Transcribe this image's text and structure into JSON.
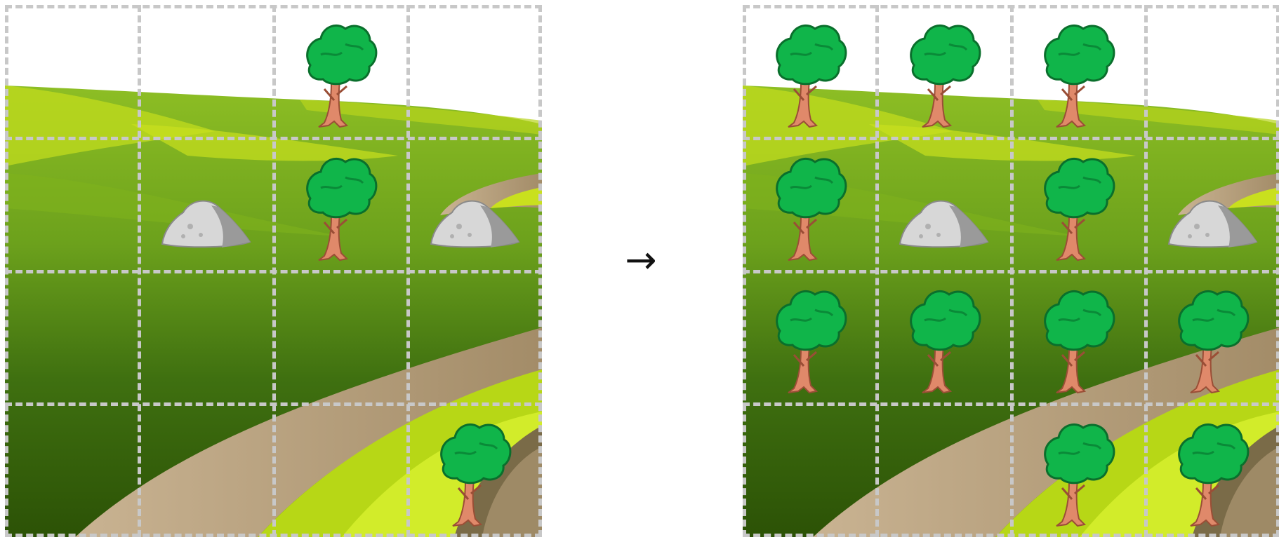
{
  "colors": {
    "sky": "#ffffff",
    "grid": "#c8c8c8",
    "grass_light": "#b5d61a",
    "grass_mid": "#6ea41a",
    "grass_dark": "#2f5a08",
    "path": "#b59f7c",
    "tree_canopy": "#10b54a",
    "tree_trunk": "#e0896a",
    "rock": "#cfcfcf"
  },
  "grid": {
    "rows": 4,
    "cols": 4
  },
  "transform_arrow": "→",
  "before": {
    "objects": [
      {
        "type": "tree",
        "row": 0,
        "col": 2
      },
      {
        "type": "rock",
        "row": 1,
        "col": 1
      },
      {
        "type": "tree",
        "row": 1,
        "col": 2
      },
      {
        "type": "rock",
        "row": 1,
        "col": 3
      },
      {
        "type": "tree",
        "row": 3,
        "col": 3
      }
    ]
  },
  "after": {
    "objects": [
      {
        "type": "tree",
        "row": 0,
        "col": 0
      },
      {
        "type": "tree",
        "row": 0,
        "col": 1
      },
      {
        "type": "tree",
        "row": 0,
        "col": 2
      },
      {
        "type": "tree",
        "row": 1,
        "col": 0
      },
      {
        "type": "rock",
        "row": 1,
        "col": 1
      },
      {
        "type": "tree",
        "row": 1,
        "col": 2
      },
      {
        "type": "rock",
        "row": 1,
        "col": 3
      },
      {
        "type": "tree",
        "row": 2,
        "col": 0
      },
      {
        "type": "tree",
        "row": 2,
        "col": 1
      },
      {
        "type": "tree",
        "row": 2,
        "col": 2
      },
      {
        "type": "tree",
        "row": 2,
        "col": 3
      },
      {
        "type": "tree",
        "row": 3,
        "col": 2
      },
      {
        "type": "tree",
        "row": 3,
        "col": 3
      }
    ]
  }
}
